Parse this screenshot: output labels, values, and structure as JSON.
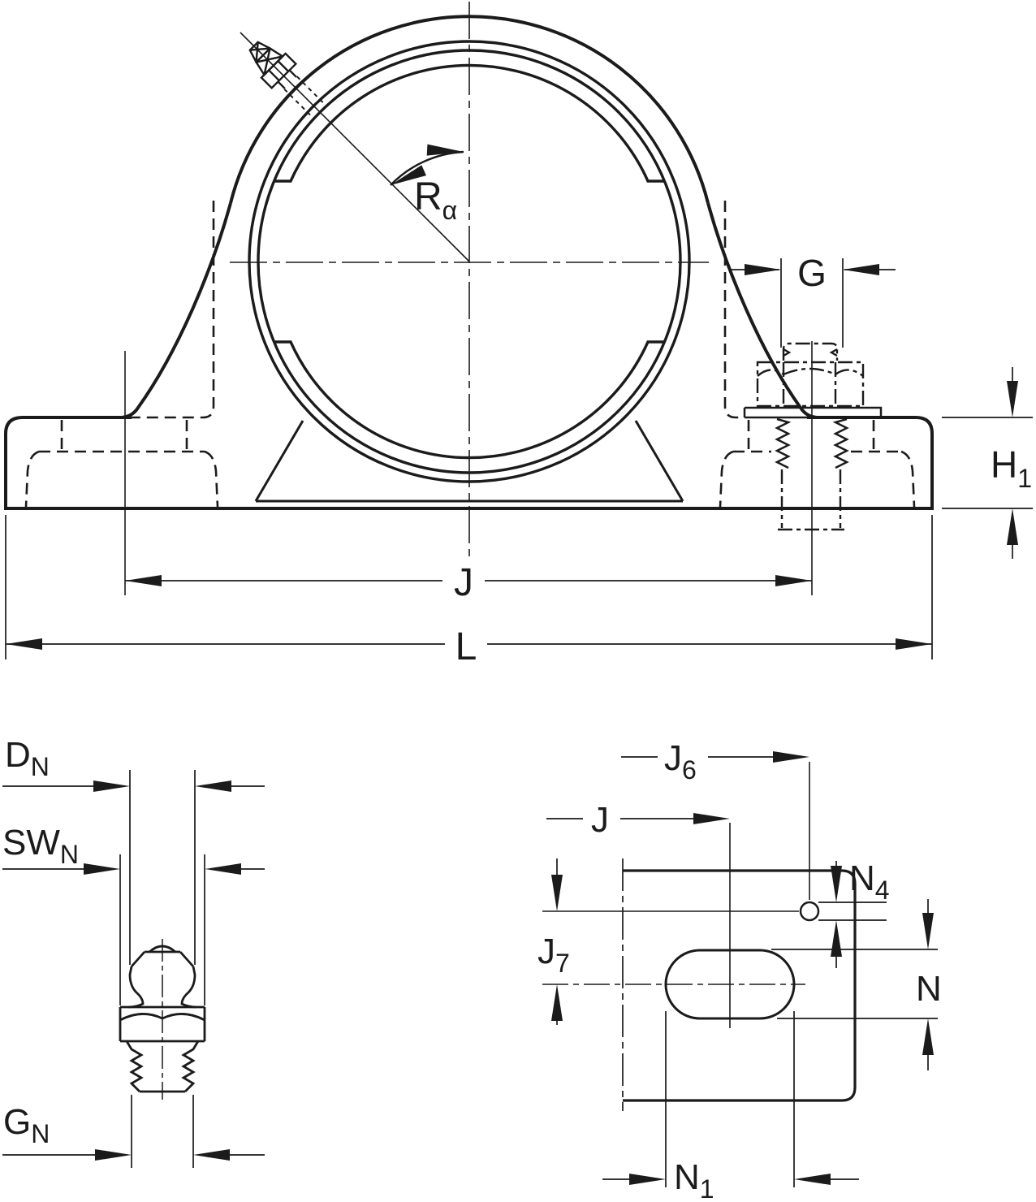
{
  "drawing": {
    "kind": "engineering dimension drawing, pillow block bearing housing",
    "views": [
      "housing front view",
      "grease nipple detail",
      "base plan half view"
    ]
  },
  "labels": {
    "front_view": {
      "radius_angle": {
        "main": "R",
        "sub": "α"
      },
      "bolt_thread": {
        "main": "G"
      },
      "base_height": {
        "main": "H",
        "sub": "1"
      },
      "bolt_spacing": {
        "main": "J"
      },
      "total_length": {
        "main": "L"
      }
    },
    "grease_nipple_detail": {
      "ball_diameter": {
        "main": "D",
        "sub": "N"
      },
      "hex_width": {
        "main": "SW",
        "sub": "N"
      },
      "thread_diameter": {
        "main": "G",
        "sub": "N"
      }
    },
    "base_plan_view": {
      "dowel_offset": {
        "main": "J",
        "sub": "6"
      },
      "bolt_spacing": {
        "main": "J"
      },
      "dowel_cross_offset": {
        "main": "J",
        "sub": "7"
      },
      "dowel_hole_diameter": {
        "main": "N",
        "sub": "4"
      },
      "slot_width": {
        "main": "N"
      },
      "slot_length": {
        "main": "N",
        "sub": "1"
      }
    }
  },
  "colors": {
    "line": "#1b1b1b",
    "background": "#ffffff"
  }
}
